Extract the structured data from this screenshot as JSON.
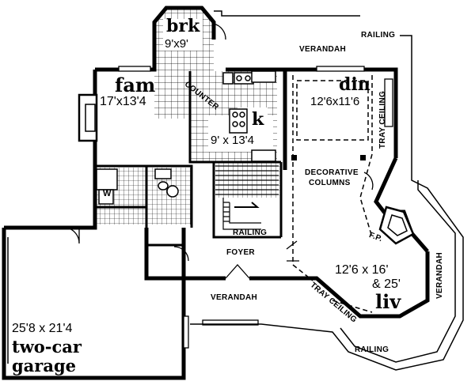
{
  "rooms": {
    "breakfast": {
      "name": "brk",
      "size": "9'x9'"
    },
    "family": {
      "name": "fam",
      "size": "17'x13'4"
    },
    "kitchen": {
      "name": "k",
      "size": "9' x 13'4"
    },
    "dining": {
      "name": "din",
      "size": "12'6x11'6"
    },
    "living": {
      "name": "liv",
      "size_line1": "12'6 x 16'",
      "size_line2": "& 25'"
    },
    "garage": {
      "name_line1": "two-car",
      "name_line2": "garage",
      "size": "25'8 x 21'4"
    },
    "washer": {
      "name": "W"
    }
  },
  "labels": {
    "verandah_top": "VERANDAH",
    "verandah_bottom": "VERANDAH",
    "verandah_right": "VERANDAH",
    "railing_top": "RAILING",
    "railing_stair": "RAILING",
    "railing_bottom": "RAILING",
    "counter": "COUNTER",
    "tray_ceiling_din": "TRAY CEILING",
    "tray_ceiling_liv": "TRAY CEILING",
    "decorative_line1": "DECORATIVE",
    "decorative_line2": "COLUMNS",
    "foyer": "FOYER",
    "fireplace": "F.P."
  },
  "colors": {
    "line": "#000000",
    "background": "#ffffff"
  }
}
